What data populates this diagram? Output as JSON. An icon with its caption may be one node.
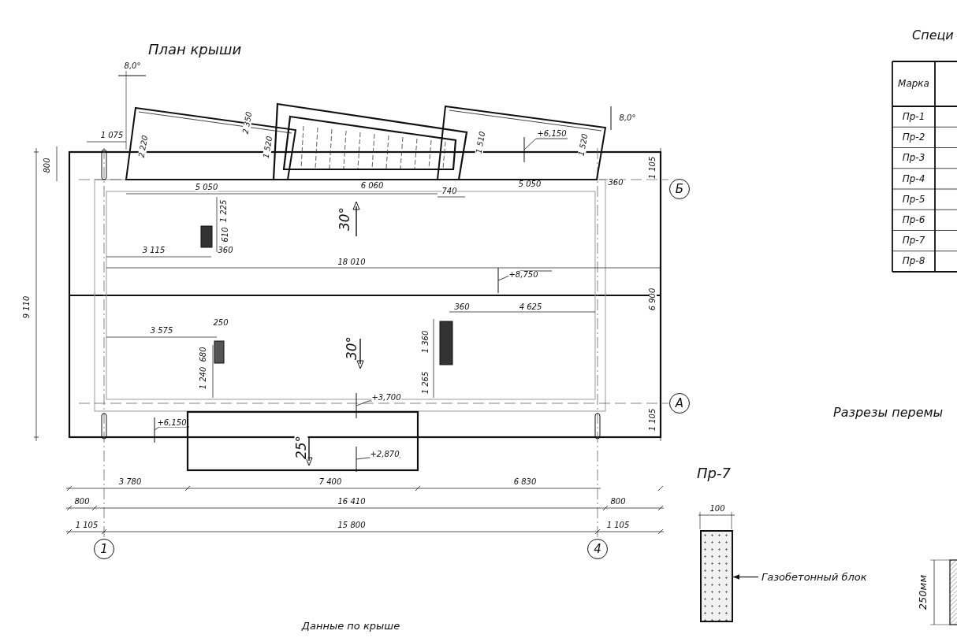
{
  "diagram": {
    "nodes": [
      {
        "text": [
          "Б"
        ]
      },
      {
        "text": [
          "А"
        ]
      },
      {
        "text": [
          "1"
        ]
      },
      {
        "text": [
          "4"
        ]
      },
      {
        "text": [
          "Газобетонный блок"
        ]
      },
      {
        "text": [],
        "shape": "box"
      }
    ],
    "edges": [
      {
        "from": 4,
        "to": 5,
        "arrow": "to"
      }
    ],
    "labels": [
      "План крыши",
      "Специ",
      "Разрезы перемы",
      "Пр-7",
      "Данные по крыше",
      "Марка",
      "Пр-1",
      "Пр-2",
      "Пр-3",
      "Пр-4",
      "Пр-5",
      "Пр-6",
      "Пр-7",
      "Пр-8",
      "8,0°",
      "8,0°",
      "1 075",
      "2 220",
      "2 350",
      "1 520",
      "1 510",
      "1 520",
      "+6,150",
      "800",
      "1 105",
      "5 050",
      "6 060",
      "5 050",
      "360",
      "740",
      "1 225",
      "610",
      "3 115",
      "360",
      "30°",
      "18 010",
      "+8,750",
      "360",
      "4 625",
      "9 110",
      "6 900",
      "3 575",
      "250",
      "680",
      "1 240",
      "30°",
      "1 360",
      "1 265",
      "+3,700",
      "1 105",
      "+6,150",
      "25°",
      "+2,870",
      "3 780",
      "7 400",
      "6 830",
      "800",
      "16 410",
      "800",
      "1 105",
      "15 800",
      "1 105",
      "100",
      "250мм"
    ]
  }
}
